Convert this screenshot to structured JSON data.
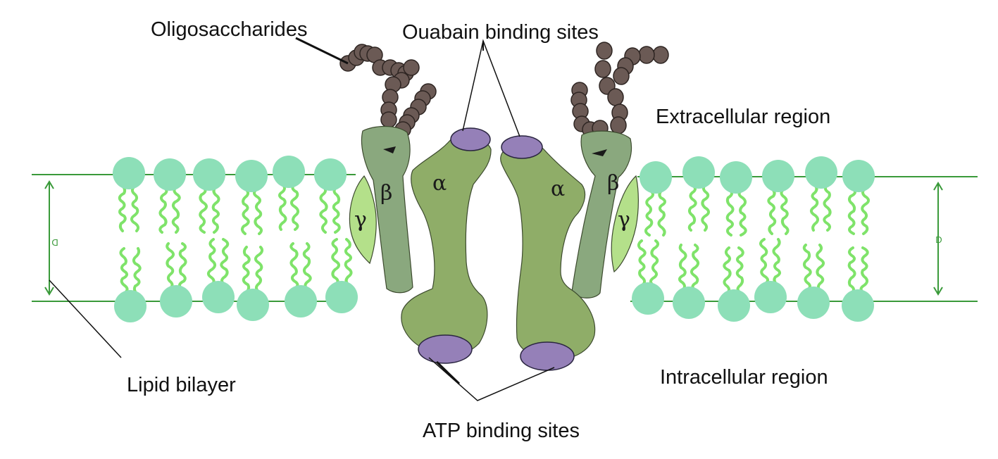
{
  "labels": {
    "oligosaccharides": "Oligosaccharides",
    "ouabain_sites": "Ouabain binding sites",
    "extracellular": "Extracellular region",
    "intracellular": "Intracellular region",
    "lipid_bilayer": "Lipid bilayer",
    "atp_sites": "ATP binding sites"
  },
  "subunits": {
    "alpha": "α",
    "beta": "β",
    "gamma": "γ"
  },
  "thickness_label": "D",
  "colors": {
    "lipid_head": "#8ddfb8",
    "lipid_tail": "#7fe36a",
    "membrane_line": "#3a9a3a",
    "alpha_subunit": "#8fad68",
    "beta_subunit": "#8aa87e",
    "gamma_subunit": "#b4e08a",
    "binding_site": "#9580b8",
    "oligosaccharide": "#6b5a55",
    "leader": "#111111"
  }
}
